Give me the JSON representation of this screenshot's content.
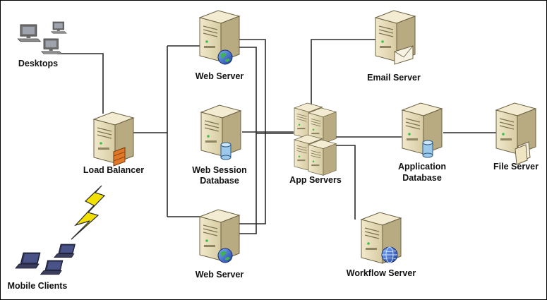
{
  "colors": {
    "line": "#2a2a2a",
    "server_body": "#e6dcb9",
    "server_side": "#b8ab82",
    "server_top": "#f3ecd2",
    "bolt": "#f2e000",
    "globe": "#3a62c4",
    "firewall": "#e07828",
    "cylinder": "#9cc8ea",
    "monitor_frame": "#6f6f6f",
    "monitor_screen": "#9ea3ad",
    "laptop": "#2b2f52"
  },
  "nodes": {
    "desktops": {
      "label": "Desktops",
      "icon": "desktop-computers-icon"
    },
    "mobile_clients": {
      "label": "Mobile Clients",
      "icon": "laptops-icon"
    },
    "load_balancer": {
      "label": "Load Balancer",
      "icon": "server-firewall-icon"
    },
    "web_server_top": {
      "label": "Web Server",
      "icon": "server-globe-icon"
    },
    "web_session_db": {
      "label": [
        "Web Session",
        "Database"
      ],
      "icon": "server-database-icon"
    },
    "web_server_bottom": {
      "label": "Web Server",
      "icon": "server-globe-icon"
    },
    "app_servers": {
      "label": "App Servers",
      "icon": "server-cluster-icon"
    },
    "email_server": {
      "label": "Email Server",
      "icon": "server-mail-icon"
    },
    "application_db": {
      "label": [
        "Application",
        "Database"
      ],
      "icon": "server-database-icon"
    },
    "file_server": {
      "label": "File Server",
      "icon": "server-file-icon"
    },
    "workflow_server": {
      "label": "Workflow Server",
      "icon": "server-globe-icon"
    }
  }
}
